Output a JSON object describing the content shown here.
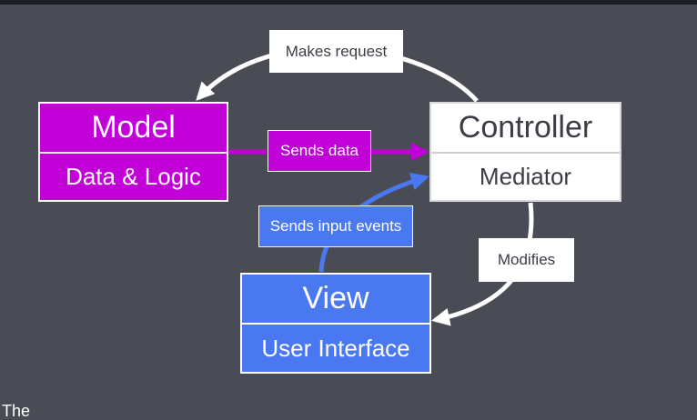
{
  "diagram": {
    "model": {
      "title": "Model",
      "subtitle": "Data & Logic"
    },
    "controller": {
      "title": "Controller",
      "subtitle": "Mediator"
    },
    "view": {
      "title": "View",
      "subtitle": "User Interface"
    },
    "edges": {
      "makes_request": "Makes request",
      "sends_data": "Sends data",
      "sends_input_events": "Sends input events",
      "modifies": "Modifies"
    }
  },
  "footer": {
    "partial_text": "The"
  },
  "colors": {
    "background": "#4a4c55",
    "model": "#c200d8",
    "view": "#4a78f0",
    "controller": "#ffffff",
    "arrow_white": "#ffffff",
    "text_dark": "#3b3d44"
  }
}
